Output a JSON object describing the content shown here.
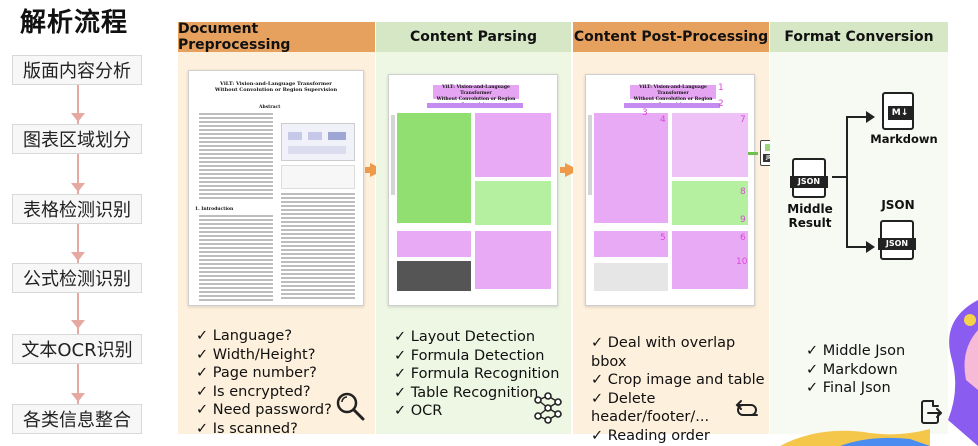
{
  "title": "解析流程",
  "steps": [
    "版面内容分析",
    "图表区域划分",
    "表格检测识别",
    "公式检测识别",
    "文本OCR识别",
    "各类信息整合"
  ],
  "panels": [
    {
      "header": "Document Preprocessing",
      "checklist": [
        "Language?",
        "Width/Height?",
        "Page number?",
        "Is encrypted?",
        "Need password?",
        "Is scanned?"
      ],
      "icon": "search-icon"
    },
    {
      "header": "Content Parsing",
      "checklist": [
        "Layout Detection",
        "Formula Detection",
        "Formula Recognition",
        "Table Recognition",
        "OCR"
      ],
      "icon": "neural-network-icon"
    },
    {
      "header": "Content Post-Processing",
      "checklist": [
        "Deal with overlap bbox",
        "Crop image and table",
        "Delete header/footer/...",
        "Reading order"
      ],
      "icon": "reorder-icon"
    },
    {
      "header": "Format Conversion",
      "checklist": [
        "Middle Json",
        "Markdown",
        "Final Json"
      ],
      "icon": "export-icon"
    }
  ],
  "doc": {
    "title_line1": "ViLT: Vision-and-Language Transformer",
    "title_line2": "Without Convolution or Region Supervision",
    "section_abstract": "Abstract",
    "section_intro": "1. Introduction"
  },
  "post_numbers": [
    "1",
    "2",
    "3",
    "4",
    "5",
    "6",
    "7",
    "8",
    "9",
    "10"
  ],
  "conversion": {
    "middle_label_1": "Middle",
    "middle_label_2": "Result",
    "json_badge": "JSON",
    "markdown_label": "Markdown",
    "json_label": "JSON",
    "md_badge": "M↓",
    "jpg_badge": "JPG"
  },
  "colors": {
    "orange_header": "#e7a15e",
    "green_header": "#d6e7c5",
    "arrow": "#ef9a4a",
    "magenta_box": "#e08ef0",
    "green_box": "#7ed957"
  }
}
